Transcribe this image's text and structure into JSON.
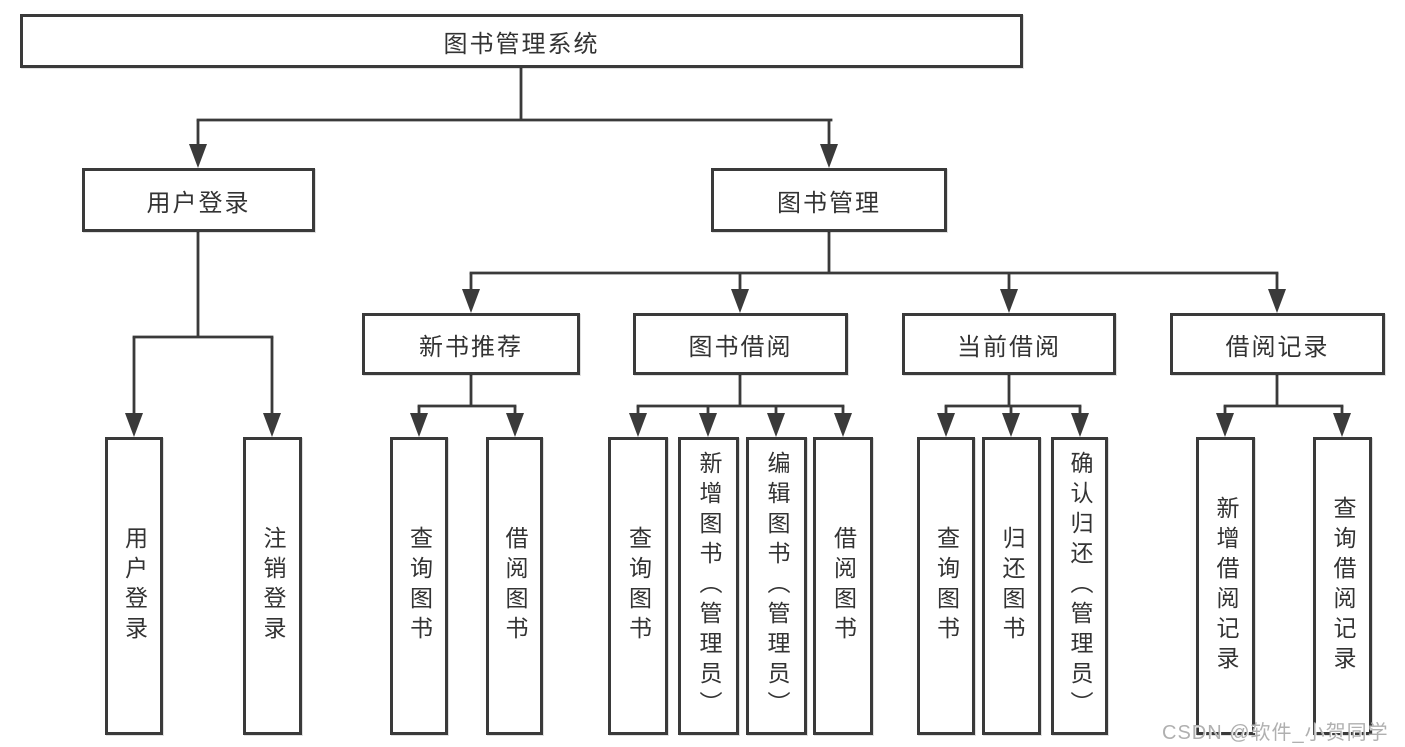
{
  "diagram": {
    "type": "tree",
    "title": "图书管理系统",
    "nodes": {
      "root": "图书管理系统",
      "user_login": "用户登录",
      "book_mgmt": "图书管理",
      "new_book_rec": "新书推荐",
      "book_borrow": "图书借阅",
      "current_borrow": "当前借阅",
      "borrow_record": "借阅记录",
      "v_user_login": "用户登录",
      "v_logout": "注销登录",
      "v_query_book_1": "查询图书",
      "v_borrow_book_1": "借阅图书",
      "v_query_book_2": "查询图书",
      "v_add_book": "新增图书（管理员）",
      "v_edit_book": "编辑图书（管理员）",
      "v_borrow_book_2": "借阅图书",
      "v_query_book_3": "查询图书",
      "v_return_book": "归还图书",
      "v_confirm_return": "确认归还（管理员）",
      "v_add_record": "新增借阅记录",
      "v_query_record": "查询借阅记录"
    },
    "hierarchy": {
      "图书管理系统": {
        "用户登录": [
          "用户登录",
          "注销登录"
        ],
        "图书管理": {
          "新书推荐": [
            "查询图书",
            "借阅图书"
          ],
          "图书借阅": [
            "查询图书",
            "新增图书（管理员）",
            "编辑图书（管理员）",
            "借阅图书"
          ],
          "当前借阅": [
            "查询图书",
            "归还图书",
            "确认归还（管理员）"
          ],
          "借阅记录": [
            "新增借阅记录",
            "查询借阅记录"
          ]
        }
      }
    },
    "colors": {
      "line": "#3a3a3a",
      "text": "#333333",
      "watermark": "#b0b0b0",
      "background": "#ffffff"
    }
  },
  "watermark": "CSDN @软件_小贺同学"
}
